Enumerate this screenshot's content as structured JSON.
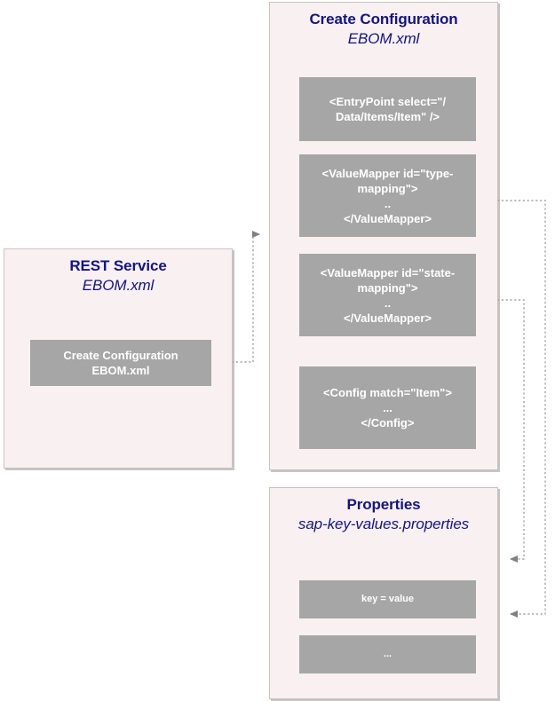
{
  "diagram": {
    "type": "flow-diagram",
    "background": "#ffffff",
    "colors": {
      "panel_fill": "#f8f0f1",
      "panel_border": "#c9c2c3",
      "box_fill": "#a6a6a6",
      "box_text": "#ffffff",
      "title_text": "#141484",
      "connector": "#a6a6a6"
    }
  },
  "panels": {
    "rest_service": {
      "title": "REST Service",
      "subtitle": "EBOM.xml",
      "items": [
        {
          "label": "Create Configuration\nEBOM.xml",
          "name": "create-config-call"
        }
      ]
    },
    "create_configuration": {
      "title": "Create Configuration",
      "subtitle": "EBOM.xml",
      "items": [
        {
          "label": "<EntryPoint select=\"/\nData/Items/Item\" />",
          "name": "entrypoint"
        },
        {
          "label": "<ValueMapper id=\"type-\nmapping\">\n..\n</ValueMapper>",
          "name": "valuemapper-type"
        },
        {
          "label": "<ValueMapper id=\"state-\nmapping\">\n..\n</ValueMapper>",
          "name": "valuemapper-state"
        },
        {
          "label": "<Config match=\"Item\">\n...\n</Config>",
          "name": "config"
        }
      ]
    },
    "properties": {
      "title": "Properties",
      "subtitle": "sap-key-values.properties",
      "items": [
        {
          "label": "key = value",
          "name": "key-value"
        },
        {
          "label": "...",
          "name": "ellipsis"
        }
      ]
    }
  },
  "connectors": [
    {
      "name": "rest-service-to-create-configuration",
      "from": "create-config-call",
      "to": "create-configuration-panel",
      "style": "dotted",
      "arrow": "right"
    },
    {
      "name": "valuemapper-type-to-properties",
      "from": "valuemapper-type",
      "to": "properties-panel",
      "style": "dotted",
      "arrow": "left"
    },
    {
      "name": "valuemapper-state-to-properties",
      "from": "valuemapper-state",
      "to": "properties-panel",
      "style": "dotted",
      "arrow": "left"
    }
  ]
}
